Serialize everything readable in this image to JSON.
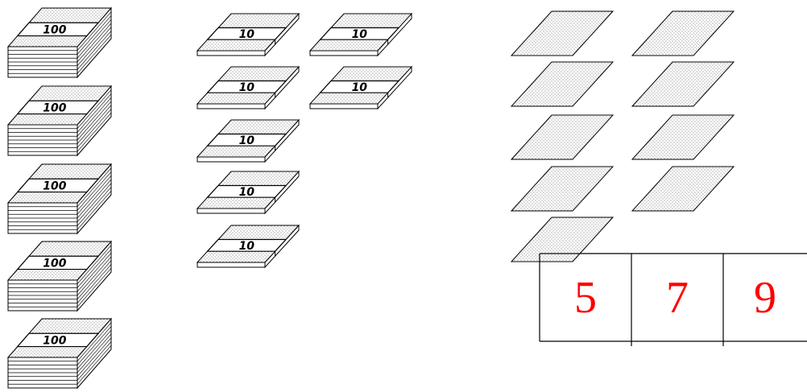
{
  "bundles": {
    "hundred_label": "100",
    "ten_label": "10",
    "hundreds_count": 5,
    "tens_count": 7,
    "ones_count": 9
  },
  "answer": {
    "digits": [
      "5",
      "7",
      "9"
    ],
    "digit_color": "#ff0000"
  },
  "colors": {
    "stroke": "#000000",
    "fill": "#ffffff",
    "dots": "#555555"
  }
}
